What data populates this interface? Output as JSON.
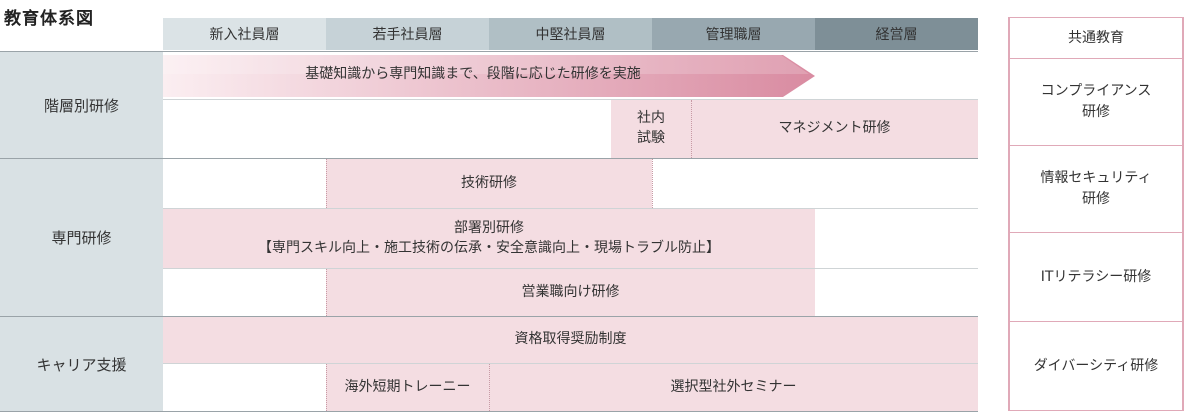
{
  "title": "教育体系図",
  "levels": [
    "新入社員層",
    "若手社員層",
    "中堅社員層",
    "管理職層",
    "経営層"
  ],
  "common": {
    "header": "共通教育",
    "items": [
      "コンプライアンス\n研修",
      "情報セキュリティ\n研修",
      "ITリテラシー研修",
      "ダイバーシティ研修"
    ]
  },
  "categories": {
    "hierarchy": "階層別研修",
    "specialty": "専門研修",
    "career": "キャリア支援"
  },
  "programs": {
    "arrow_text": "基礎知識から専門知識まで、段階に応じた研修を実施",
    "internal_exam": "社内\n試験",
    "management": "マネジメント研修",
    "technical": "技術研修",
    "department": "部署別研修\n【専門スキル向上・施工技術の伝承・安全意識向上・現場トラブル防止】",
    "sales": "営業職向け研修",
    "qualification": "資格取得奨励制度",
    "overseas": "海外短期トレーニー",
    "external": "選択型社外セミナー"
  },
  "colors": {
    "header_gradient": [
      "#dbe3e6",
      "#7e8f97"
    ],
    "category_bg": "#d9e1e4",
    "program_pink": "#f4dde2",
    "arrow_pink": "#d98ba1",
    "common_border": "#e0a9b8"
  }
}
